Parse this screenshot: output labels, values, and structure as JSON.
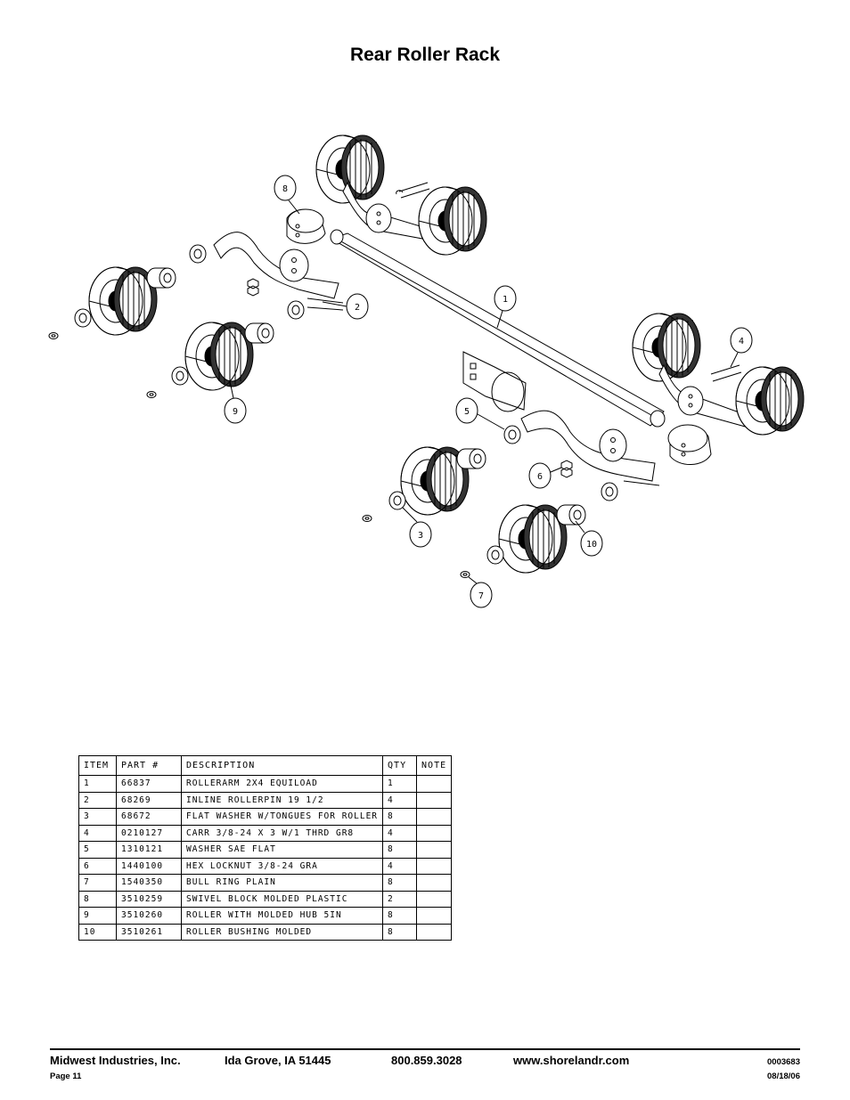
{
  "title": "Rear Roller Rack",
  "callouts": [
    "1",
    "2",
    "3",
    "4",
    "5",
    "6",
    "7",
    "8",
    "9",
    "10"
  ],
  "bom": {
    "headers": {
      "item": "ITEM",
      "part": "PART #",
      "desc": "DESCRIPTION",
      "qty": "QTY",
      "note": "NOTE"
    },
    "rows": [
      {
        "item": "1",
        "part": "66837",
        "desc": "ROLLERARM  2X4 EQUILOAD",
        "qty": "1",
        "note": ""
      },
      {
        "item": "2",
        "part": "68269",
        "desc": "INLINE ROLLERPIN 19 1/2",
        "qty": "4",
        "note": ""
      },
      {
        "item": "3",
        "part": "68672",
        "desc": "FLAT WASHER W/TONGUES FOR ROLLER",
        "qty": "8",
        "note": ""
      },
      {
        "item": "4",
        "part": "0210127",
        "desc": "CARR 3/8-24 X 3 W/1 THRD GR8",
        "qty": "4",
        "note": ""
      },
      {
        "item": "5",
        "part": "1310121",
        "desc": "WASHER SAE FLAT",
        "qty": "8",
        "note": ""
      },
      {
        "item": "6",
        "part": "1440100",
        "desc": "HEX LOCKNUT 3/8-24 GRA",
        "qty": "4",
        "note": ""
      },
      {
        "item": "7",
        "part": "1540350",
        "desc": "BULL RING PLAIN",
        "qty": "8",
        "note": ""
      },
      {
        "item": "8",
        "part": "3510259",
        "desc": "SWIVEL BLOCK MOLDED PLASTIC",
        "qty": "2",
        "note": ""
      },
      {
        "item": "9",
        "part": "3510260",
        "desc": "ROLLER WITH MOLDED HUB  5IN",
        "qty": "8",
        "note": ""
      },
      {
        "item": "10",
        "part": "3510261",
        "desc": "ROLLER BUSHING MOLDED",
        "qty": "8",
        "note": ""
      }
    ]
  },
  "footer": {
    "company": "Midwest Industries, Inc.",
    "location": "Ida Grove, IA  51445",
    "phone": "800.859.3028",
    "website": "www.shorelandr.com",
    "doc_number": "0003683",
    "page": "Page 11",
    "date": "08/18/06"
  }
}
